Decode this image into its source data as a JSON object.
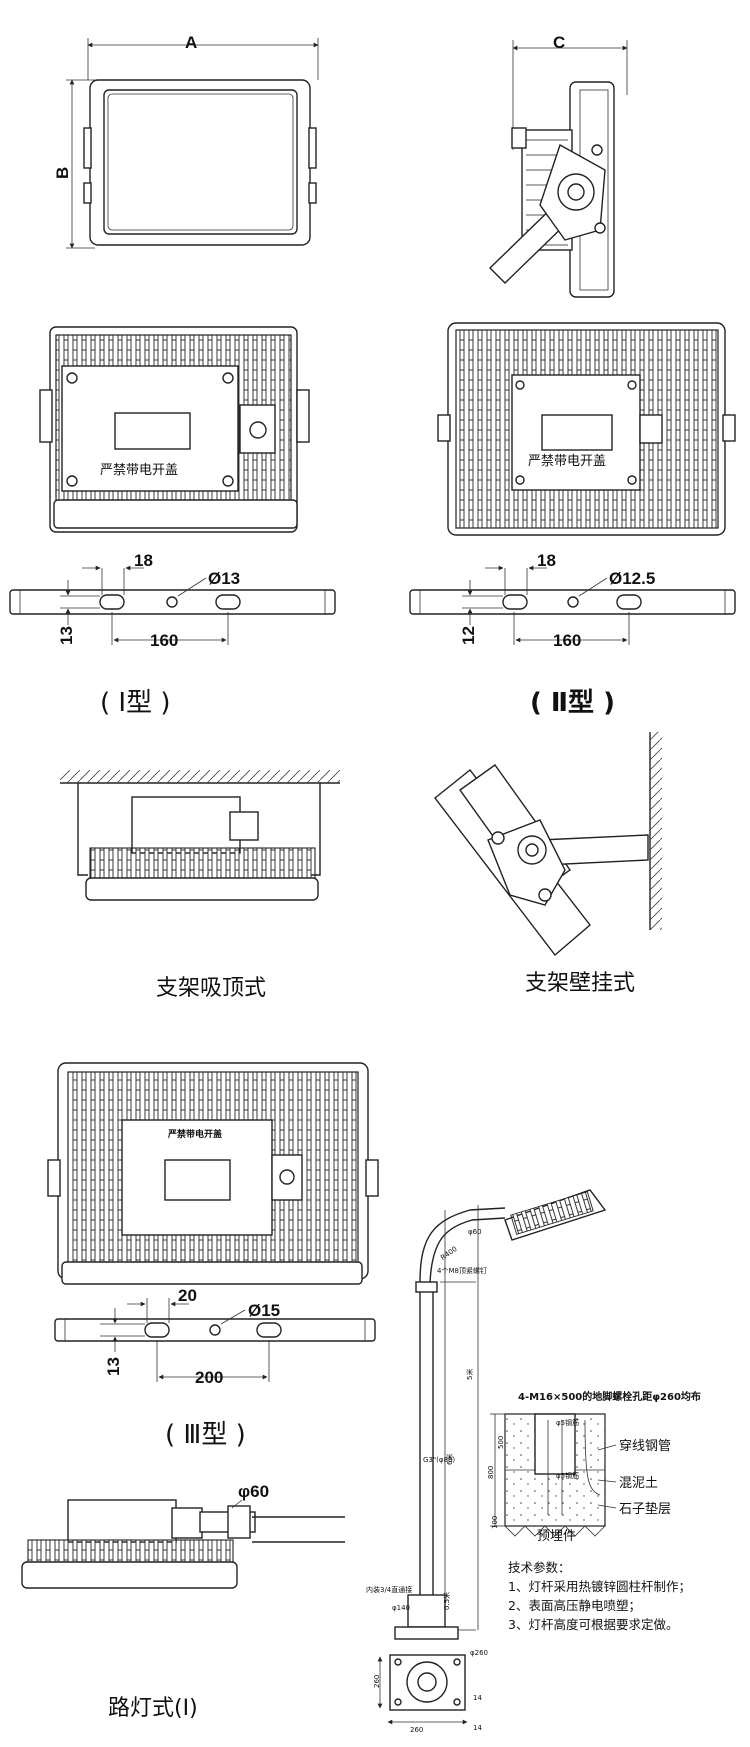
{
  "dims": {
    "a": "A",
    "b": "B",
    "c": "C",
    "t1_18": "18",
    "t1_d": "Ø13",
    "t1_13": "13",
    "t1_160": "160",
    "t2_18": "18",
    "t2_d": "Ø12.5",
    "t2_12": "12",
    "t2_160": "160",
    "t3_20": "20",
    "t3_d": "Ø15",
    "t3_13": "13",
    "t3_200": "200",
    "phi60_side": "φ60"
  },
  "panel_labels": {
    "type1_text": "严禁带电开盖",
    "type2_text": "严禁带电开盖",
    "type3_text": "严禁带电开盖"
  },
  "captions": {
    "type1": "( Ⅰ型 )",
    "type2": "( Ⅱ型 )",
    "ceiling": "支架吸顶式",
    "wall": "支架壁挂式",
    "type3": "( Ⅲ型 )",
    "street": "路灯式(Ⅰ)"
  },
  "pole": {
    "phi60": "φ60",
    "r400": "R400",
    "bolt": "4个M8顶紧螺钉",
    "five_m": "5米",
    "six_m": "6米",
    "g3": "G3\"(φ88)",
    "foundation_title": "4-M16×500的地脚螺栓孔距φ260均布",
    "rebar1": "φ5钢筋",
    "rebar2": "φ5钢筋",
    "d500": "500",
    "d800": "800",
    "d100": "100",
    "pipe": "穿线钢管",
    "concrete": "混泥土",
    "gravel": "石子垫层",
    "embedded": "预埋件",
    "inner": "内装3/4直通接",
    "phi140": "φ140",
    "half_m": "0.5米",
    "d260a": "260",
    "d260b": "260",
    "phi260": "φ260",
    "n14a": "14",
    "n14b": "14"
  },
  "specs": {
    "title": "技术参数：",
    "items": [
      "1、灯杆采用热镀锌圆柱杆制作；",
      "2、表面高压静电喷塑；",
      "3、灯杆高度可根据要求定做。"
    ]
  },
  "colors": {
    "line": "#222222",
    "fill_gray": "#d9d9d9",
    "background": "#ffffff"
  }
}
